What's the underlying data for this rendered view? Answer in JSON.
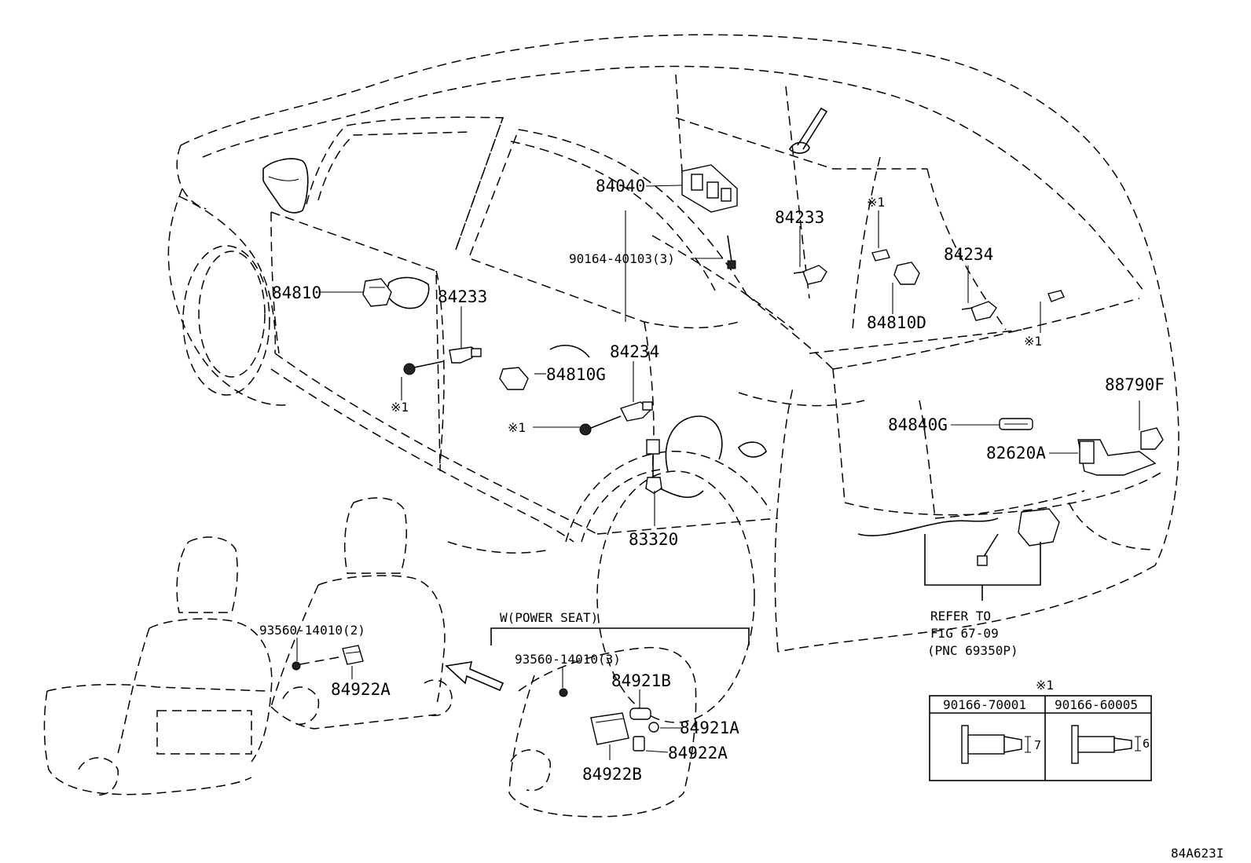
{
  "diagram": {
    "code": "84A623I",
    "power_seat_label": "W(POWER SEAT)",
    "refer_note": [
      "REFER TO",
      "FIG 67-09",
      "(PNC 69350P)"
    ],
    "note_mark": "※1",
    "callouts": {
      "p84040": "84040",
      "p84233_top": "84233",
      "p84233_door": "84233",
      "p84234_top": "84234",
      "p84234_door": "84234",
      "p84810": "84810",
      "p84810D": "84810D",
      "p84810G": "84810G",
      "p90164": "90164-40103(3)",
      "p84840G": "84840G",
      "p88790F": "88790F",
      "p82620A": "82620A",
      "p83320": "83320",
      "p93560_2": "93560-14010(2)",
      "p93560_3": "93560-14010(3)",
      "p84922A_seat": "84922A",
      "p84921B": "84921B",
      "p84921A": "84921A",
      "p84922A_pw": "84922A",
      "p84922B": "84922B"
    },
    "marks": {
      "m1": "※1",
      "m2": "※1",
      "m3": "※1",
      "m4": "※1"
    },
    "table": {
      "title": "※1",
      "col1": "90166-70001",
      "col2": "90166-60005",
      "dim1": "7",
      "dim2": "6"
    }
  }
}
